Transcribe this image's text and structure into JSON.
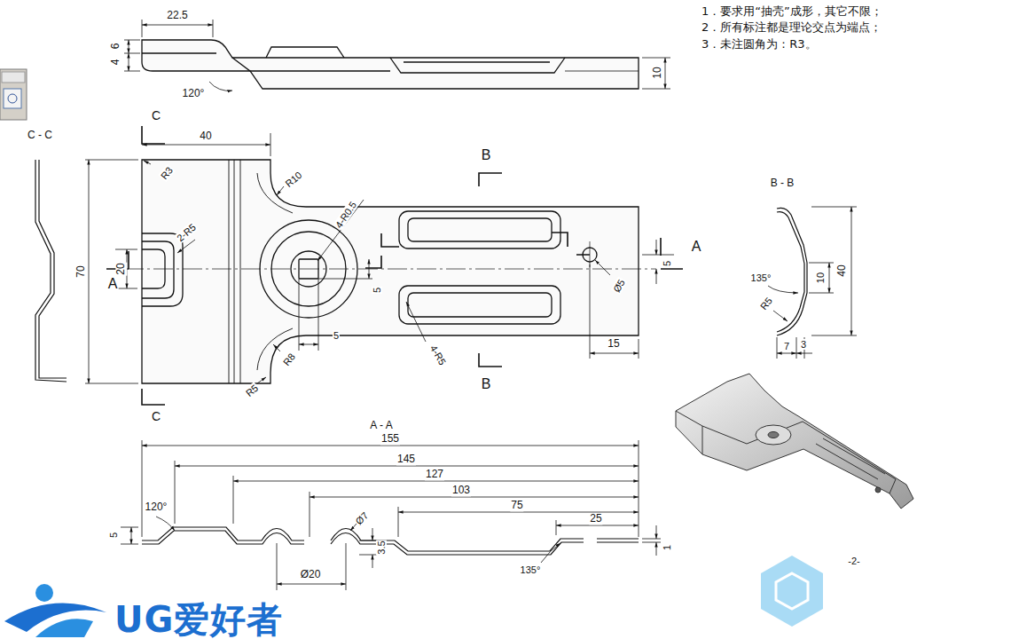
{
  "diagram": {
    "labels": [
      "22.5",
      "6",
      "4",
      "120°",
      "10",
      "1．要求用“抽壳”成形，其它不限；",
      "2．所有标注都是理论交点为端点；",
      "3．未注圆角为：R3。",
      "C - C",
      "C",
      "40",
      "R3",
      "R10",
      "4-R0.5",
      "B",
      "2-R5",
      "20",
      "70",
      "A",
      "A",
      "5",
      "Ø5",
      "5",
      "5",
      "15",
      "R8",
      "4-R5",
      "B",
      "R5",
      "C",
      "B - B",
      "135°",
      "10",
      "40",
      "R5",
      "7",
      "3",
      "A - A",
      "155",
      "145",
      "127",
      "103",
      "75",
      "25",
      "120°",
      "5",
      "Ø7",
      "3.5",
      "Ø20",
      "1",
      "135°",
      "-2-",
      "UG爱好者"
    ]
  }
}
